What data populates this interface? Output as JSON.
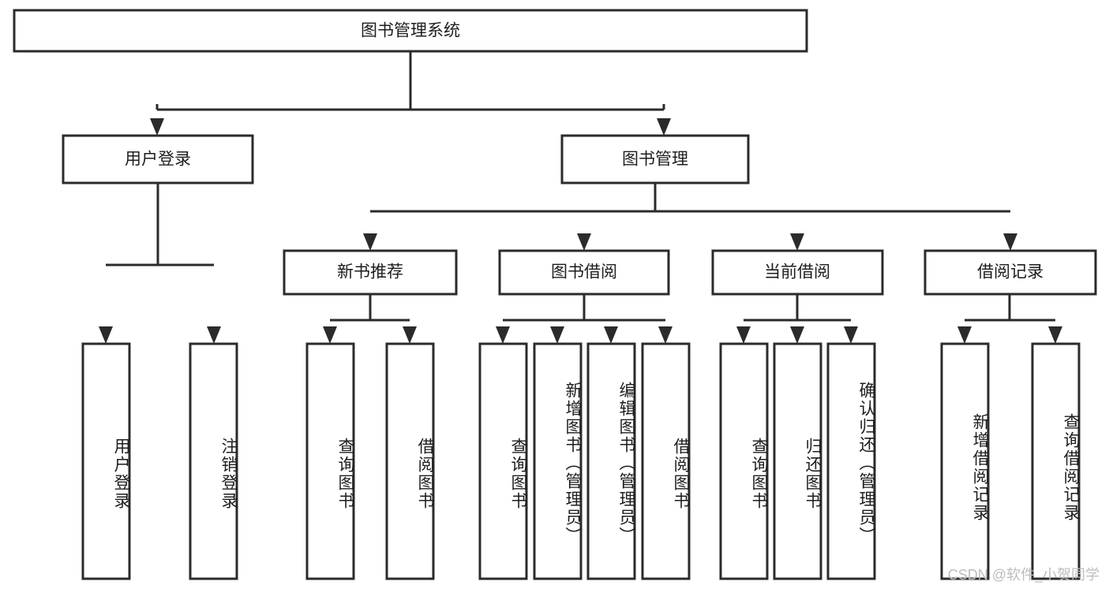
{
  "diagram": {
    "title": "图书管理系统",
    "type": "tree-hierarchy",
    "watermark": "CSDN @软件_小贺同学",
    "colors": {
      "background": "#ffffff",
      "box_stroke": "#2b2b2b",
      "box_fill": "#ffffff",
      "text": "#1d1d1d",
      "watermark": "#bdbdbd"
    },
    "levels": {
      "root": {
        "label": "图书管理系统"
      },
      "level2": [
        {
          "label": "用户登录"
        },
        {
          "label": "图书管理"
        }
      ],
      "level3": [
        {
          "label": "新书推荐"
        },
        {
          "label": "图书借阅"
        },
        {
          "label": "当前借阅"
        },
        {
          "label": "借阅记录"
        }
      ],
      "leaves": {
        "user_login": [
          {
            "label": "用户登录"
          },
          {
            "label": "注销登录"
          }
        ],
        "new_book_recommend": [
          {
            "label": "查询图书"
          },
          {
            "label": "借阅图书"
          }
        ],
        "book_borrow": [
          {
            "label": "查询图书"
          },
          {
            "label": "新增图书（管理员）"
          },
          {
            "label": "编辑图书（管理员）"
          },
          {
            "label": "借阅图书"
          }
        ],
        "current_borrow": [
          {
            "label": "查询图书"
          },
          {
            "label": "归还图书"
          },
          {
            "label": "确认归还（管理员）"
          }
        ],
        "borrow_records": [
          {
            "label": "新增借阅记录"
          },
          {
            "label": "查询借阅记录"
          }
        ]
      }
    }
  }
}
